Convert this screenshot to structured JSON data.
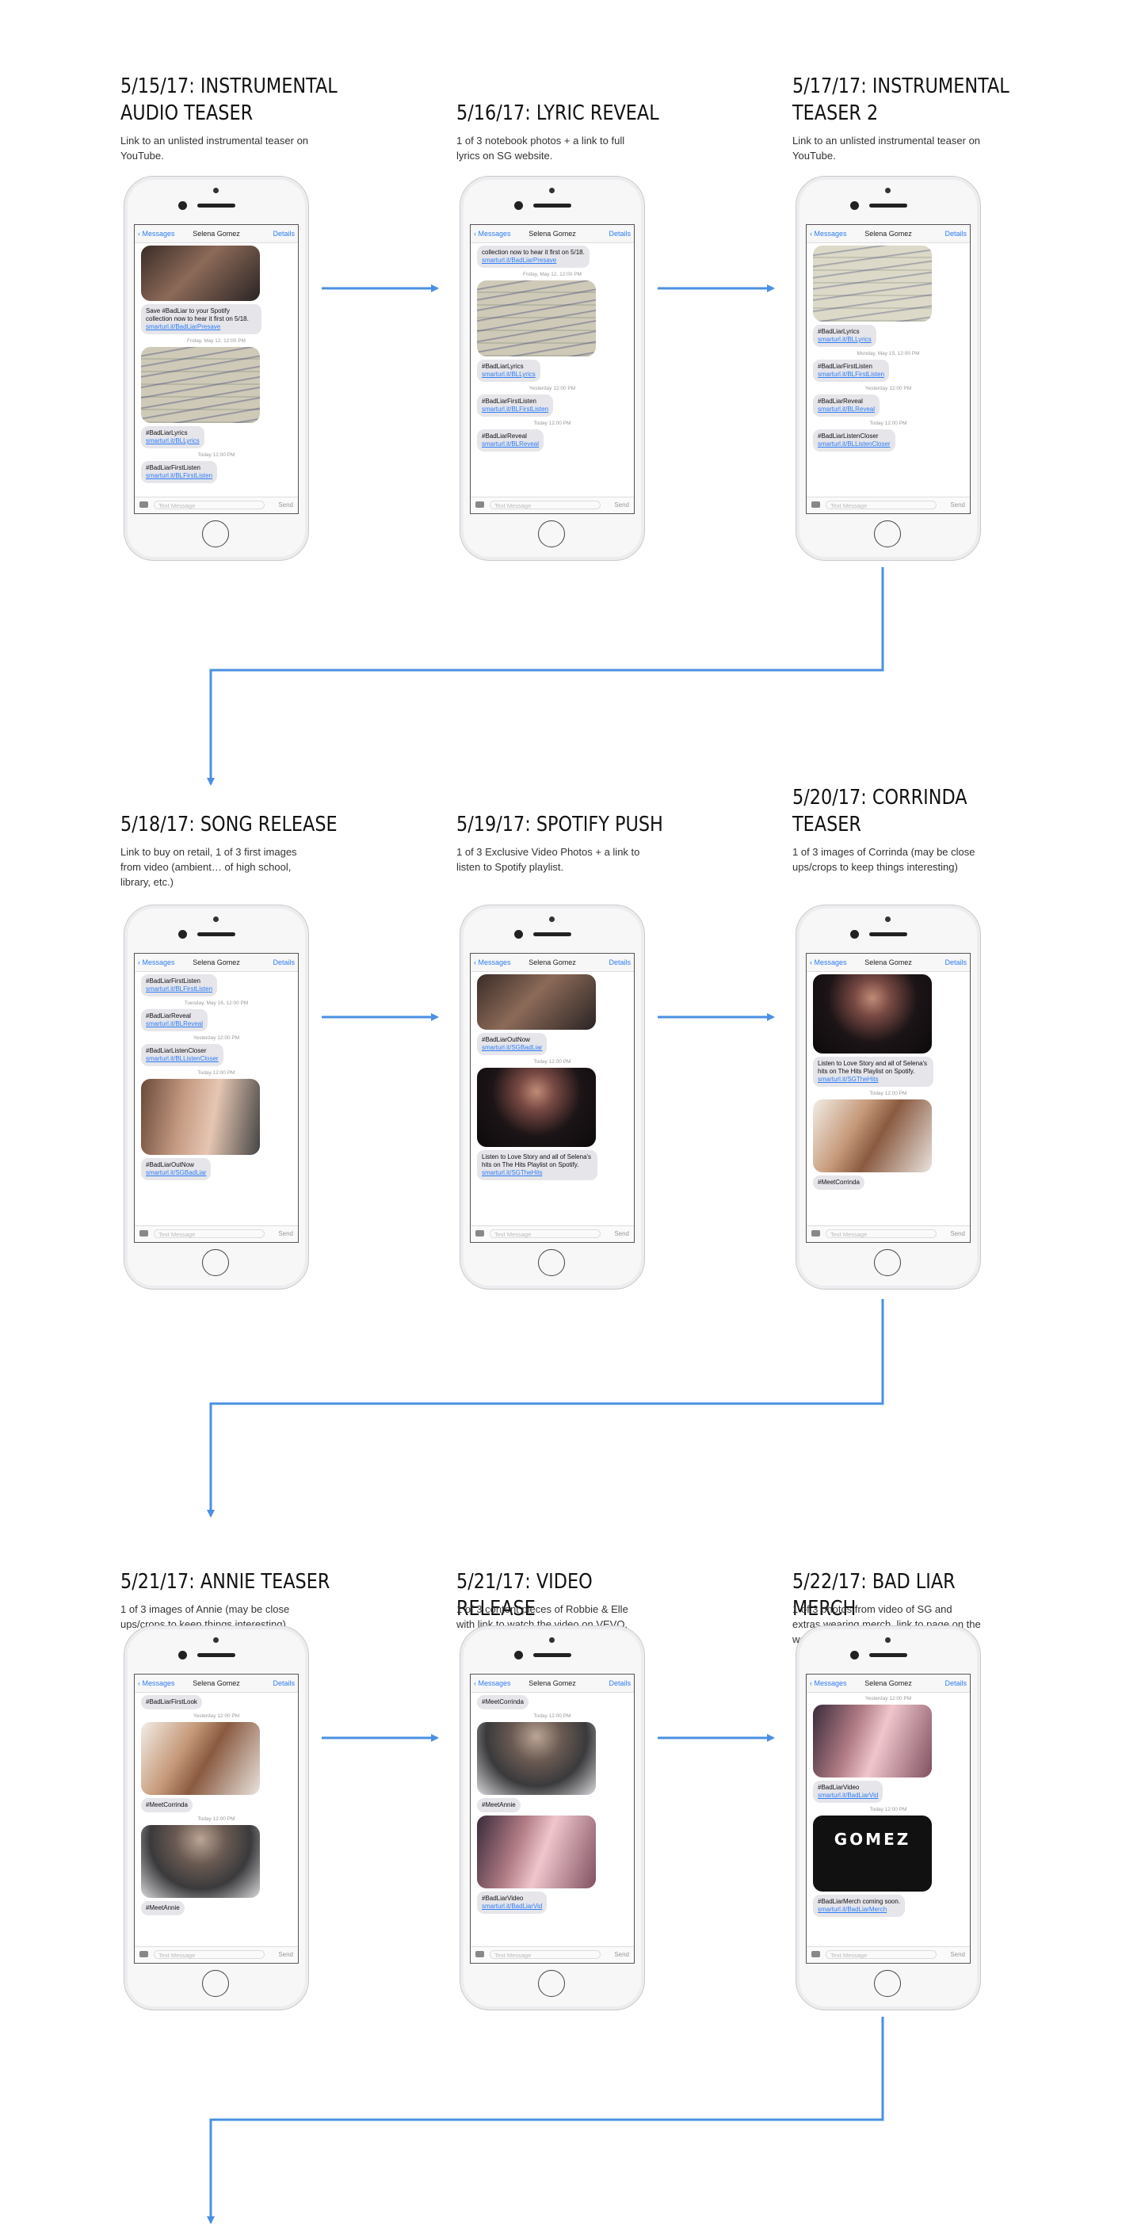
{
  "phone_ui": {
    "back": "Messages",
    "contact": "Selena Gomez",
    "details": "Details",
    "input_placeholder": "Text Message",
    "send": "Send"
  },
  "colors": {
    "accent": "#2e7cf6",
    "arrow": "#4a90e2",
    "bubble": "#e5e5ea"
  },
  "steps": [
    {
      "title": "5/15/17: INSTRUMENTAL\nAUDIO TEASER",
      "desc": "Link to an unlisted instrumental teaser on YouTube.",
      "items": [
        {
          "kind": "img",
          "style": "dark"
        },
        {
          "kind": "msg",
          "text": "Save #BadLiar to your Spotify collection now to hear it first on 5/18.",
          "link": "smarturl.it/BadLiarPresave"
        },
        {
          "kind": "stamp",
          "text": "Friday, May 12, 12:00 PM"
        },
        {
          "kind": "img",
          "style": "note"
        },
        {
          "kind": "msg",
          "text": "#BadLiarLyrics",
          "link": "smarturl.it/BLLyrics"
        },
        {
          "kind": "stamp",
          "text": "Today 12:00 PM"
        },
        {
          "kind": "msg",
          "text": "#BadLiarFirstListen",
          "link": "smarturl.it/BLFirstListen"
        }
      ]
    },
    {
      "title": "5/16/17: LYRIC REVEAL",
      "desc": "1 of 3 notebook photos + a link to full lyrics on SG website.",
      "items": [
        {
          "kind": "msg",
          "text": "collection now to hear it first on 5/18.",
          "link": "smarturl.it/BadLiarPresave"
        },
        {
          "kind": "stamp",
          "text": "Friday, May 12, 12:00 PM"
        },
        {
          "kind": "img",
          "style": "note"
        },
        {
          "kind": "msg",
          "text": "#BadLiarLyrics",
          "link": "smarturl.it/BLLyrics"
        },
        {
          "kind": "stamp",
          "text": "Yesterday 12:00 PM"
        },
        {
          "kind": "msg",
          "text": "#BadLiarFirstListen",
          "link": "smarturl.it/BLFirstListen"
        },
        {
          "kind": "stamp",
          "text": "Today 12:00 PM"
        },
        {
          "kind": "msg",
          "text": "#BadLiarReveal",
          "link": "smarturl.it/BLReveal"
        }
      ]
    },
    {
      "title": "5/17/17: INSTRUMENTAL\nTEASER 2",
      "desc": "Link to an unlisted instrumental teaser on YouTube.",
      "items": [
        {
          "kind": "img",
          "style": "note2"
        },
        {
          "kind": "msg",
          "text": "#BadLiarLyrics",
          "link": "smarturl.it/BLLyrics"
        },
        {
          "kind": "stamp",
          "text": "Monday, May 15, 12:00 PM"
        },
        {
          "kind": "msg",
          "text": "#BadLiarFirstListen",
          "link": "smarturl.it/BLFirstListen"
        },
        {
          "kind": "stamp",
          "text": "Yesterday 12:00 PM"
        },
        {
          "kind": "msg",
          "text": "#BadLiarReveal",
          "link": "smarturl.it/BLReveal"
        },
        {
          "kind": "stamp",
          "text": "Today 12:00 PM"
        },
        {
          "kind": "msg",
          "text": "#BadLiarListenCloser",
          "link": "smarturl.it/BLListenCloser"
        }
      ]
    },
    {
      "title": "5/18/17: SONG RELEASE",
      "desc": "Link to buy on retail, 1 of 3 first images from video (ambient… of high school, library, etc.)",
      "items": [
        {
          "kind": "msg",
          "text": "#BadLiarFirstListen",
          "link": "smarturl.it/BLFirstListen"
        },
        {
          "kind": "stamp",
          "text": "Tuesday, May 16, 12:00 PM"
        },
        {
          "kind": "msg",
          "text": "#BadLiarReveal",
          "link": "smarturl.it/BLReveal"
        },
        {
          "kind": "stamp",
          "text": "Yesterday 12:00 PM"
        },
        {
          "kind": "msg",
          "text": "#BadLiarListenCloser",
          "link": "smarturl.it/BLListenCloser"
        },
        {
          "kind": "stamp",
          "text": "Today 12:00 PM"
        },
        {
          "kind": "img",
          "style": "skin"
        },
        {
          "kind": "msg",
          "text": "#BadLiarOutNow",
          "link": "smarturl.it/SGBadLiar"
        }
      ]
    },
    {
      "title": "5/19/17: SPOTIFY PUSH",
      "desc": "1 of 3 Exclusive Video Photos + a link to listen to Spotify playlist.",
      "items": [
        {
          "kind": "img",
          "style": "dark"
        },
        {
          "kind": "msg",
          "text": "#BadLiarOutNow",
          "link": "smarturl.it/SGBadLiar"
        },
        {
          "kind": "stamp",
          "text": "Today 12:00 PM"
        },
        {
          "kind": "img",
          "style": "portrait"
        },
        {
          "kind": "msg",
          "text": "Listen to Love Story and all of Selena's hits on The Hits Playlist on Spotify.",
          "link": "smarturl.it/SGTheHits"
        }
      ]
    },
    {
      "title": "5/20/17: CORRINDA\nTEASER",
      "desc": "1 of 3 images of Corrinda (may be close ups/crops to keep things interesting)",
      "items": [
        {
          "kind": "img",
          "style": "portrait"
        },
        {
          "kind": "msg",
          "text": "Listen to Love Story and all of Selena's hits on The Hits Playlist on Spotify.",
          "link": "smarturl.it/SGTheHits"
        },
        {
          "kind": "stamp",
          "text": "Today 12:00 PM"
        },
        {
          "kind": "img",
          "style": "hands"
        },
        {
          "kind": "msg",
          "text": "#MeetCorrinda",
          "link": ""
        }
      ]
    },
    {
      "title": "5/21/17: ANNIE TEASER",
      "desc": "1 of 3 images of Annie (may be close ups/crops to keep things interesting)",
      "items": [
        {
          "kind": "msg",
          "text": "#BadLiarFirstLook",
          "link": ""
        },
        {
          "kind": "stamp",
          "text": "Yesterday 12:00 PM"
        },
        {
          "kind": "img",
          "style": "hands"
        },
        {
          "kind": "msg",
          "text": "#MeetCorrinda",
          "link": ""
        },
        {
          "kind": "stamp",
          "text": "Today 12:00 PM"
        },
        {
          "kind": "img",
          "style": "gray"
        },
        {
          "kind": "msg",
          "text": "#MeetAnnie",
          "link": ""
        }
      ]
    },
    {
      "title": "5/21/17: VIDEO RELEASE",
      "desc": "1 of 3 content pieces of Robbie & Elle with link to watch the video on VEVO.",
      "items": [
        {
          "kind": "msg",
          "text": "#MeetCorrinda",
          "link": ""
        },
        {
          "kind": "stamp",
          "text": "Today 12:00 PM"
        },
        {
          "kind": "img",
          "style": "gray"
        },
        {
          "kind": "msg",
          "text": "#MeetAnnie",
          "link": ""
        },
        {
          "kind": "img",
          "style": "kiss"
        },
        {
          "kind": "msg",
          "text": "#BadLiarVideo",
          "link": "smarturl.it/BadLiarVid"
        }
      ]
    },
    {
      "title": "5/22/17: BAD LIAR MERCH",
      "desc": "1 of 3 photos from video of SG and extras wearing merch, link to page on the website with first round designs..",
      "items": [
        {
          "kind": "stamp",
          "text": "Yesterday 12:00 PM"
        },
        {
          "kind": "img",
          "style": "kiss"
        },
        {
          "kind": "msg",
          "text": "#BadLiarVideo",
          "link": "smarturl.it/BadLiarVid"
        },
        {
          "kind": "stamp",
          "text": "Today 12:00 PM"
        },
        {
          "kind": "img",
          "style": "merch",
          "text": "GOMEZ"
        },
        {
          "kind": "msg",
          "text": "#BadLiarMerch coming soon.",
          "link": "smarturl.it/BadLiarMerch"
        }
      ]
    }
  ]
}
